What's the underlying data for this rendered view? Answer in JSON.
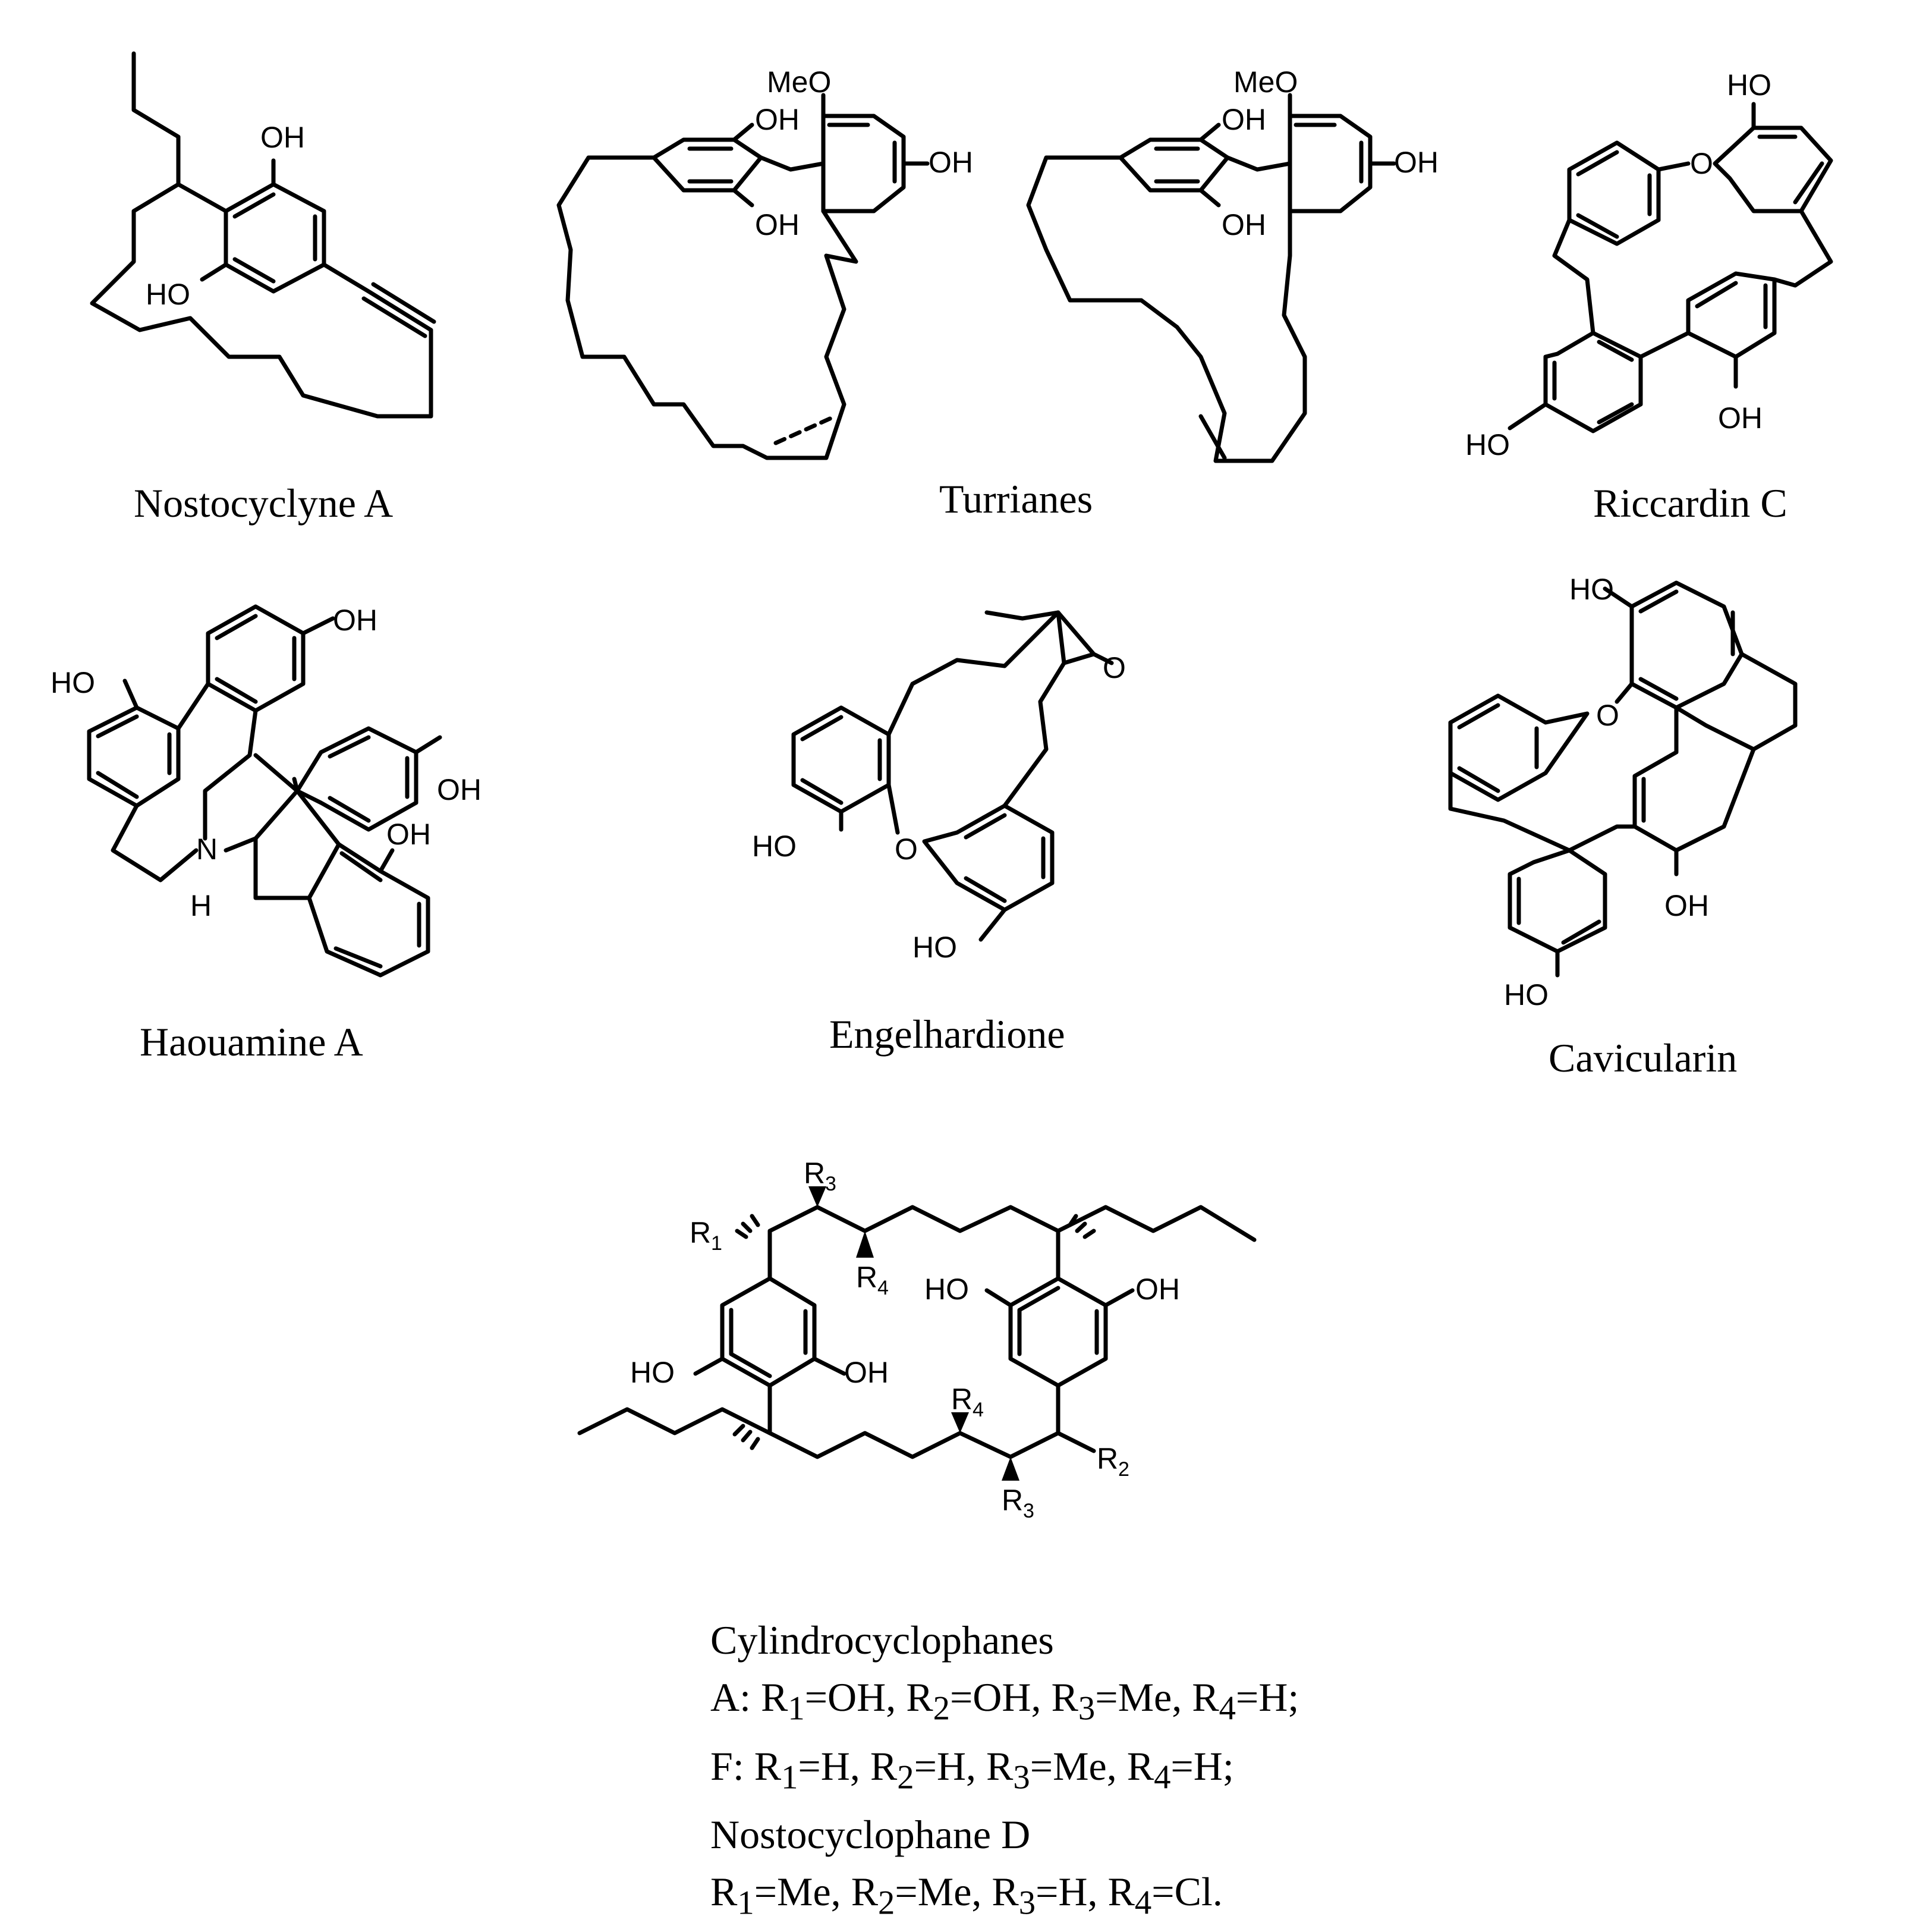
{
  "compounds": [
    {
      "id": "nostocyclyne",
      "name": "Nostocyclyne A",
      "atoms": [
        "OH",
        "HO"
      ]
    },
    {
      "id": "turrianes",
      "name": "Turrianes",
      "atoms": [
        "MeO",
        "OH",
        "OH",
        "OH"
      ]
    },
    {
      "id": "riccardin",
      "name": "Riccardin C",
      "atoms": [
        "HO",
        "O",
        "HO",
        "OH"
      ]
    },
    {
      "id": "haouamine",
      "name": "Haouamine A",
      "atoms": [
        "OH",
        "HO",
        "OH",
        "OH",
        "N",
        "H"
      ]
    },
    {
      "id": "engelhardione",
      "name": "Engelhardione",
      "atoms": [
        "O",
        "HO",
        "O",
        "HO"
      ]
    },
    {
      "id": "cavicularin",
      "name": "Cavicularin",
      "atoms": [
        "HO",
        "O",
        "OH",
        "HO"
      ]
    }
  ],
  "cylindro": {
    "title": "Cylindrocyclophanes",
    "line_a_prefix": "A: ",
    "line_f_prefix": "F: ",
    "nosto_title": "Nostocyclophane D",
    "line_a": [
      {
        "r": "1",
        "v": "=OH, "
      },
      {
        "r": "2",
        "v": "=OH, "
      },
      {
        "r": "3",
        "v": "=Me, "
      },
      {
        "r": "4",
        "v": "=H;"
      }
    ],
    "line_f": [
      {
        "r": "1",
        "v": "=H, "
      },
      {
        "r": "2",
        "v": "=H, "
      },
      {
        "r": "3",
        "v": "=Me, "
      },
      {
        "r": "4",
        "v": "=H;"
      }
    ],
    "line_d": [
      {
        "r": "1",
        "v": "=Me, "
      },
      {
        "r": "2",
        "v": "=Me, "
      },
      {
        "r": "3",
        "v": "=H, "
      },
      {
        "r": "4",
        "v": "=Cl."
      }
    ],
    "atoms": {
      "R": "R",
      "s1": "1",
      "s2": "2",
      "s3": "3",
      "s4": "4",
      "HO": "HO",
      "OH": "OH"
    }
  }
}
